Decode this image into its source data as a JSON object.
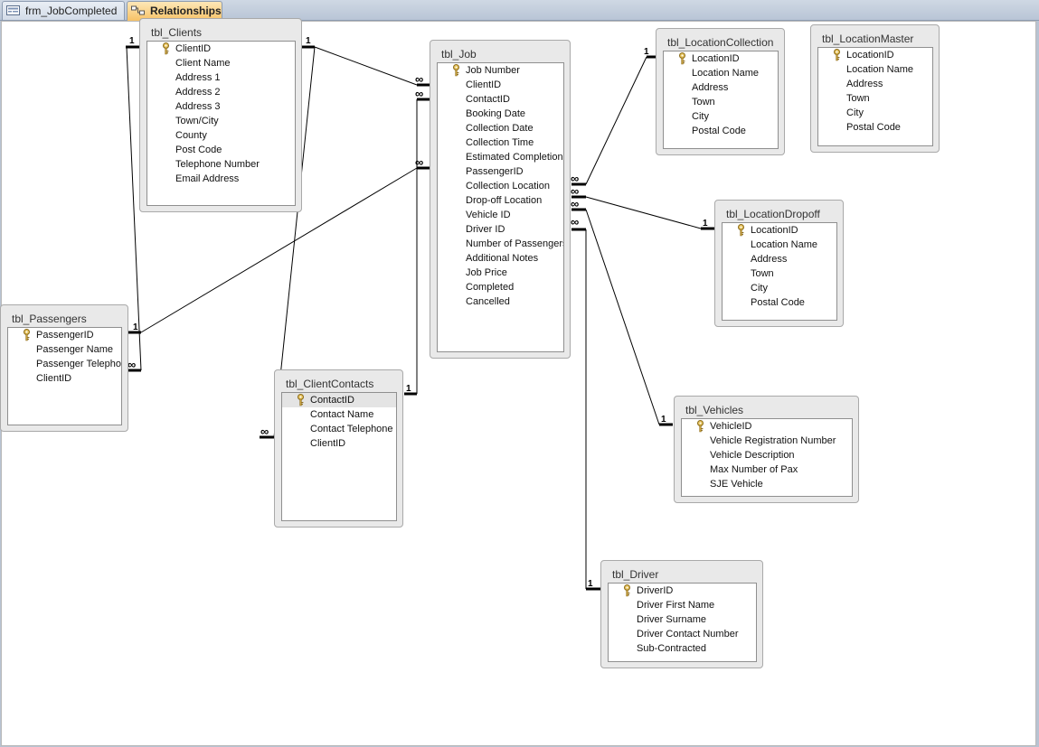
{
  "tabs": [
    {
      "label": "frm_JobCompleted",
      "icon": "form-icon"
    },
    {
      "label": "Relationships",
      "icon": "relationships-icon"
    }
  ],
  "tables": {
    "clients": {
      "title": "tbl_Clients",
      "fields": [
        "ClientID",
        "Client Name",
        "Address 1",
        "Address 2",
        "Address 3",
        "Town/City",
        "County",
        "Post Code",
        "Telephone Number",
        "Email Address"
      ]
    },
    "job": {
      "title": "tbl_Job",
      "fields": [
        "Job Number",
        "ClientID",
        "ContactID",
        "Booking Date",
        "Collection Date",
        "Collection Time",
        "Estimated Completion",
        "PassengerID",
        "Collection Location",
        "Drop-off Location",
        "Vehicle ID",
        "Driver ID",
        "Number of Passengers",
        "Additional Notes",
        "Job Price",
        "Completed",
        "Cancelled"
      ]
    },
    "location_collection": {
      "title": "tbl_LocationCollection",
      "fields": [
        "LocationID",
        "Location Name",
        "Address",
        "Town",
        "City",
        "Postal Code"
      ]
    },
    "location_master": {
      "title": "tbl_LocationMaster",
      "fields": [
        "LocationID",
        "Location Name",
        "Address",
        "Town",
        "City",
        "Postal Code"
      ]
    },
    "location_dropoff": {
      "title": "tbl_LocationDropoff",
      "fields": [
        "LocationID",
        "Location Name",
        "Address",
        "Town",
        "City",
        "Postal Code"
      ]
    },
    "passengers": {
      "title": "tbl_Passengers",
      "fields": [
        "PassengerID",
        "Passenger Name",
        "Passenger Telephone",
        "ClientID"
      ]
    },
    "client_contacts": {
      "title": "tbl_ClientContacts",
      "fields": [
        "ContactID",
        "Contact Name",
        "Contact Telephone",
        "ClientID"
      ]
    },
    "vehicles": {
      "title": "tbl_Vehicles",
      "fields": [
        "VehicleID",
        "Vehicle Registration Number",
        "Vehicle Description",
        "Max Number of Pax",
        "SJE Vehicle"
      ]
    },
    "driver": {
      "title": "tbl_Driver",
      "fields": [
        "DriverID",
        "Driver First Name",
        "Driver Surname",
        "Driver Contact Number",
        "Sub-Contracted"
      ]
    }
  },
  "relationship_labels": {
    "one": "1",
    "many": "∞"
  },
  "colors": {
    "tab_active": "#f6c266",
    "canvas": "#ffffff",
    "line": "#000000"
  }
}
